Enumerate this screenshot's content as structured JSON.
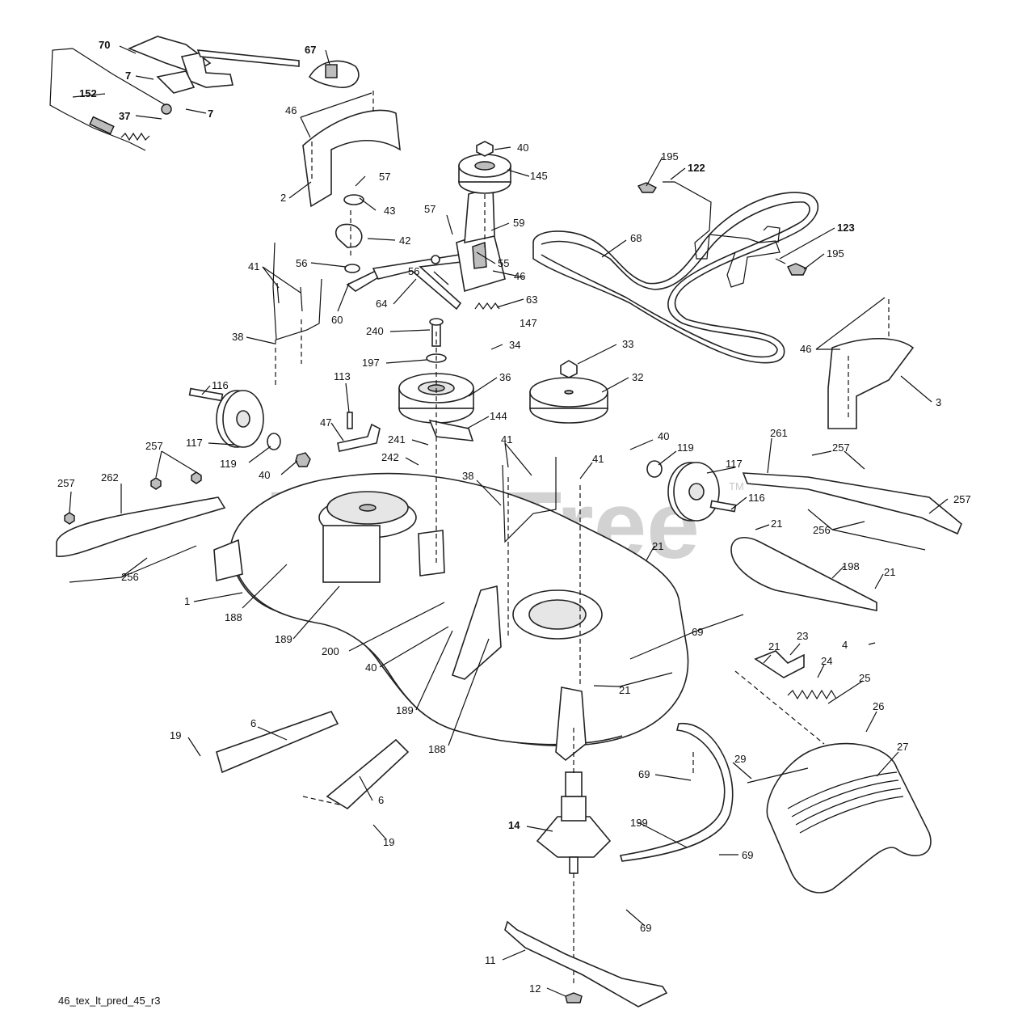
{
  "footer_code": "46_tex_lt_pred_45_r3",
  "watermark": {
    "text": "PartsTree",
    "trademark": "TM"
  },
  "callouts": {
    "c70": "70",
    "c67": "67",
    "c7a": "7",
    "c7b": "7",
    "c152": "152",
    "c37": "37",
    "c46a": "46",
    "c2": "2",
    "c57a": "57",
    "c43": "43",
    "c42": "42",
    "c40a": "40",
    "c145": "145",
    "c57b": "57",
    "c59": "59",
    "c195a": "195",
    "c122": "122",
    "c123": "123",
    "c195b": "195",
    "c68": "68",
    "c41a": "41",
    "c56a": "56",
    "c56b": "56",
    "c55": "55",
    "c46b": "46",
    "c63": "63",
    "c60": "60",
    "c64": "64",
    "c147": "147",
    "c240": "240",
    "c38a": "38",
    "c34": "34",
    "c197": "197",
    "c33": "33",
    "c46c": "46",
    "c3": "3",
    "c116a": "116",
    "c36": "36",
    "c32": "32",
    "c113": "113",
    "c47": "47",
    "c144": "144",
    "c117a": "117",
    "c119a": "119",
    "c241": "241",
    "c242": "242",
    "c41b": "41",
    "c41c": "41",
    "c40b": "40",
    "c40c": "40",
    "c119b": "119",
    "c261": "261",
    "c257a": "257",
    "c257b": "257",
    "c257c": "257",
    "c257d": "257",
    "c262": "262",
    "c38b": "38",
    "c117b": "117",
    "c116b": "116",
    "c21a": "21",
    "c256a": "256",
    "c256b": "256",
    "c21b": "21",
    "c198": "198",
    "c21c": "21",
    "c1": "1",
    "c188a": "188",
    "c189a": "189",
    "c200": "200",
    "c40d": "40",
    "c69a": "69",
    "c4": "4",
    "c21d": "21",
    "c23": "23",
    "c24": "24",
    "c25": "25",
    "c21e": "21",
    "c189b": "189",
    "c188b": "188",
    "c26": "26",
    "c27": "27",
    "c19a": "19",
    "c6a": "6",
    "c6b": "6",
    "c19b": "19",
    "c29": "29",
    "c69b": "69",
    "c14": "14",
    "c199": "199",
    "c69c": "69",
    "c69d": "69",
    "c11": "11",
    "c12": "12"
  }
}
